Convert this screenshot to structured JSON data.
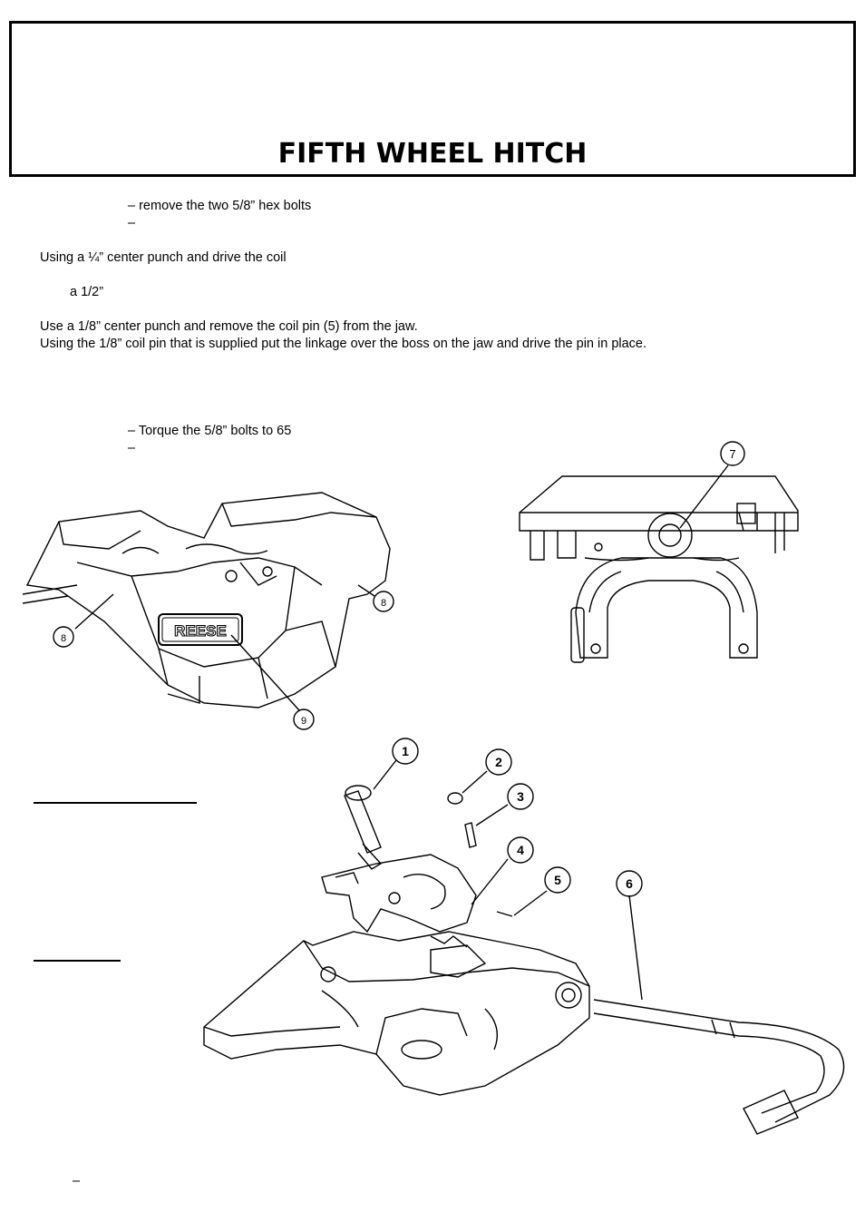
{
  "header": {
    "title": "FIFTH WHEEL HITCH"
  },
  "instructions": {
    "line1": "– remove the two 5/8” hex bolts",
    "line2": "–",
    "line3": "Using a ¼” center punch and drive the coil",
    "line4": "a 1/2”",
    "line5": "Use a 1/8” center punch and remove the coil pin (5) from the jaw.",
    "line6": "Using the 1/8” coil pin that is supplied put the linkage over the boss on the jaw and drive the pin in place.",
    "line7": "– Torque the 5/8” bolts to 65",
    "line8": "–",
    "footer_dash": "–"
  },
  "figures": {
    "hitch_front": {
      "brand": "REESE",
      "callouts": [
        "8",
        "8",
        "9"
      ]
    },
    "hitch_side": {
      "callouts": [
        "7"
      ]
    },
    "exploded": {
      "callouts": [
        "1",
        "2",
        "3",
        "4",
        "5",
        "6"
      ]
    }
  }
}
